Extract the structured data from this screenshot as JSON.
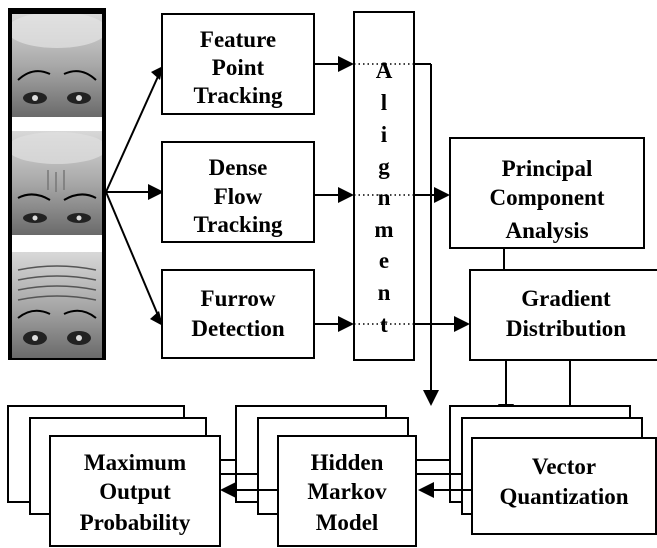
{
  "nodes": {
    "feature_point_tracking": [
      "Feature",
      "Point",
      "Tracking"
    ],
    "dense_flow_tracking": [
      "Dense",
      "Flow",
      "Tracking"
    ],
    "furrow_detection": [
      "Furrow",
      "Detection"
    ],
    "alignment": [
      "A",
      "l",
      "i",
      "g",
      "n",
      "m",
      "e",
      "n",
      "t"
    ],
    "principal_component_analysis": [
      "Principal",
      "Component",
      "Analysis"
    ],
    "gradient_distribution": [
      "Gradient",
      "Distribution"
    ],
    "vector_quantization": [
      "Vector",
      "Quantization"
    ],
    "hidden_markov_model": [
      "Hidden",
      "Markov",
      "Model"
    ],
    "maximum_output_probability": [
      "Maximum",
      "Output",
      "Probability"
    ]
  },
  "face_images": [
    {
      "name": "face-image-neutral"
    },
    {
      "name": "face-image-brow-lowered"
    },
    {
      "name": "face-image-brow-raised"
    }
  ]
}
